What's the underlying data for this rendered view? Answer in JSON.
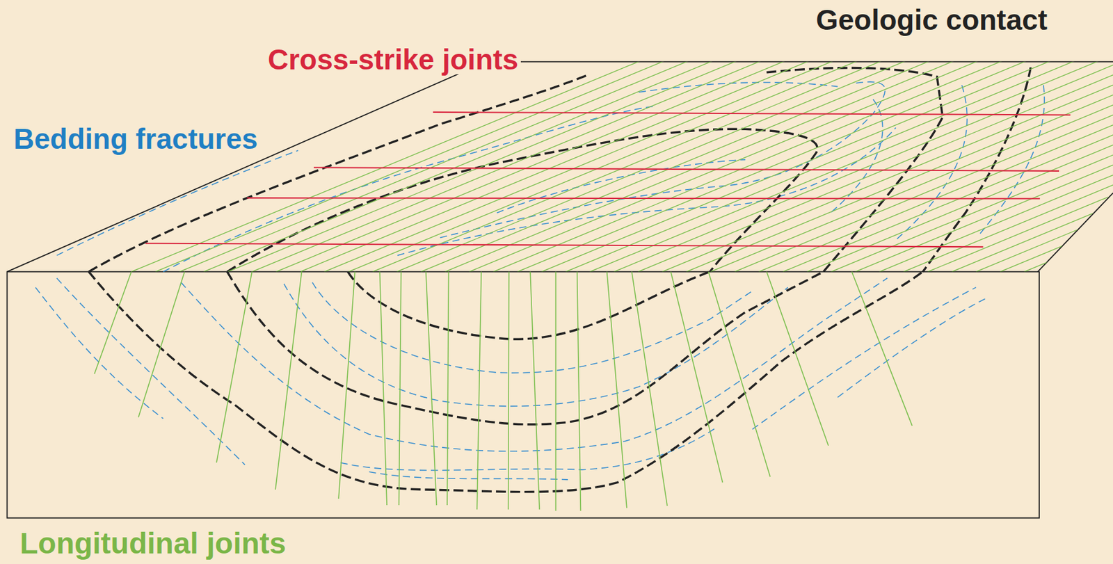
{
  "diagram": {
    "labels": [
      "Geologic contact",
      "Cross-strike joints",
      "Bedding fractures",
      "Longitudinal joints"
    ]
  }
}
